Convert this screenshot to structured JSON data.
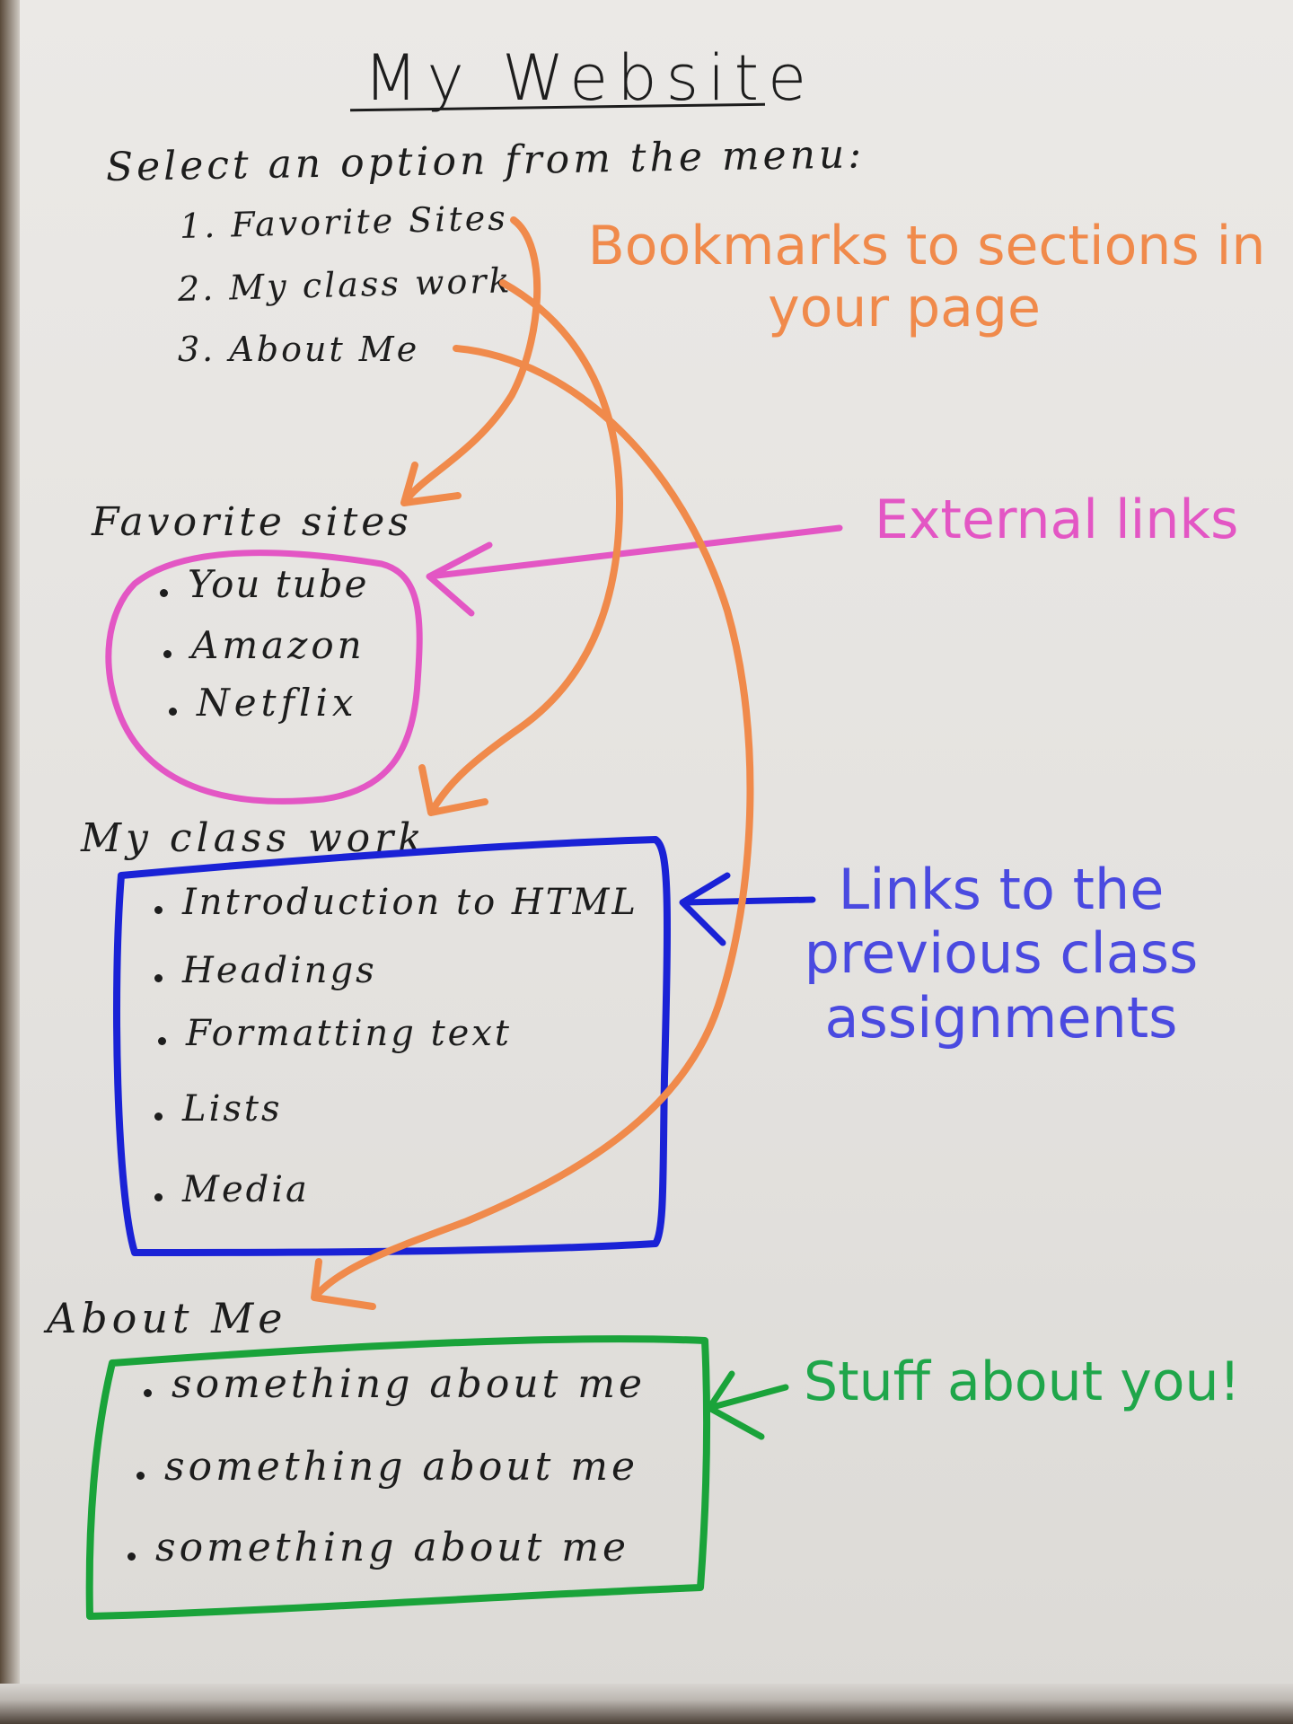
{
  "title": "My Website",
  "menu": {
    "prompt": "Select an option from the menu:",
    "items": [
      {
        "label": "1. Favorite Sites"
      },
      {
        "label": "2. My class work"
      },
      {
        "label": "3. About Me"
      }
    ]
  },
  "sections": {
    "favorites": {
      "heading": "Favorite sites",
      "items": [
        "You tube",
        "Amazon",
        "Netflix"
      ]
    },
    "classwork": {
      "heading": "My class work",
      "items": [
        "Introduction to HTML",
        "Headings",
        "Formatting text",
        "Lists",
        "Media"
      ]
    },
    "about": {
      "heading": "About Me",
      "items": [
        "something about me",
        "something about me",
        "something about me"
      ]
    }
  },
  "annotations": {
    "bookmarks": {
      "line1": "Bookmarks to sections in",
      "line2": "your page",
      "color": "#f08a4b"
    },
    "external": {
      "text": "External links",
      "color": "#e356c4"
    },
    "classlinks": {
      "line1": "Links to the",
      "line2": "previous class",
      "line3": "assignments",
      "color": "#4a4ae0"
    },
    "about": {
      "text": "Stuff about you!",
      "color": "#1fa64a"
    }
  },
  "colors": {
    "ink": "#1d1d1d",
    "orange": "#f08a4b",
    "pink": "#e356c4",
    "blue": "#1a22d6",
    "green": "#1aa33a"
  }
}
